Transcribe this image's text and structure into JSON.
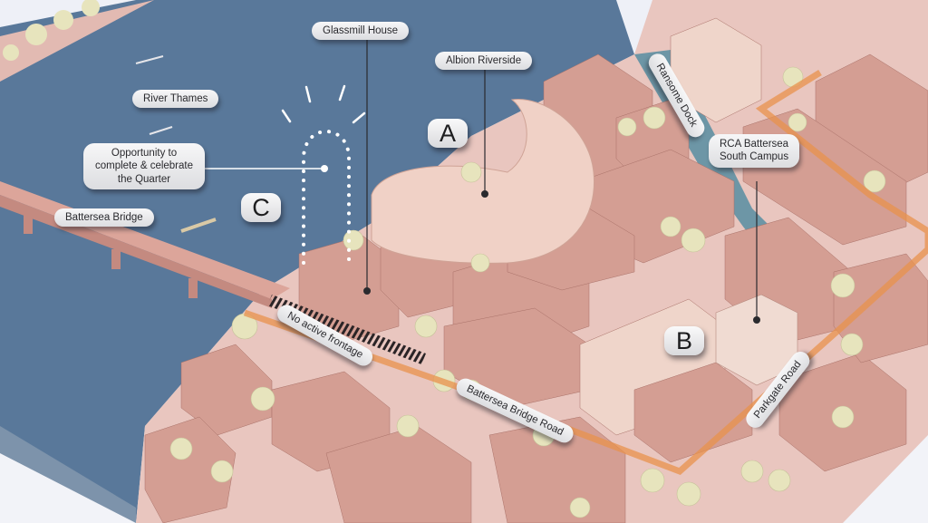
{
  "map": {
    "type": "axonometric site analysis diagram",
    "colors": {
      "river": "#59789a",
      "river_edge": "#7d93ab",
      "ground": "#e9c6bf",
      "building": "#d49e93",
      "building_shadow": "#9e6a64",
      "new_building": "#efd5ca",
      "trees": "#e7e4bd",
      "route": "#e8914c",
      "background": "#eef0f7"
    },
    "labels": {
      "glassmill_house": "Glassmill House",
      "albion_riverside": "Albion Riverside",
      "river_thames": "River Thames",
      "opportunity": [
        "Opportunity to",
        "complete & celebrate",
        "the Quarter"
      ],
      "battersea_bridge": "Battersea Bridge",
      "ransome_dock": "Ransome Dock",
      "rca_campus": [
        "RCA Battersea",
        "South Campus"
      ],
      "no_active_frontage": "No active frontage",
      "battersea_bridge_road": "Battersea Bridge Road",
      "parkgate_road": "Parkgate Road"
    },
    "markers": {
      "a": "A",
      "b": "B",
      "c": "C"
    }
  }
}
